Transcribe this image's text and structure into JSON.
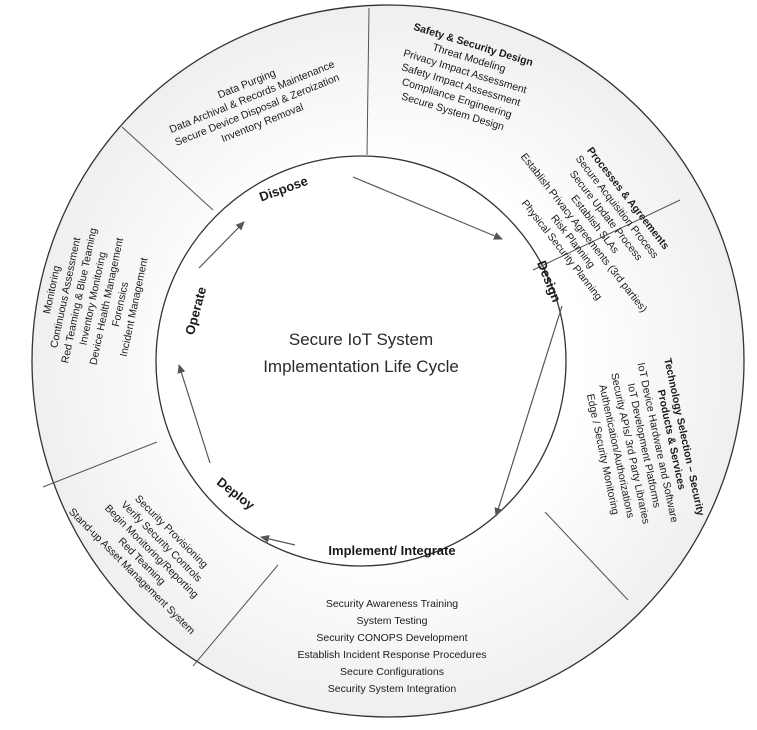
{
  "diagram": {
    "title_line1": "Secure IoT System",
    "title_line2": "Implementation Life Cycle",
    "phases": {
      "dispose": "Dispose",
      "design": "Design",
      "implement": "Implement/ Integrate",
      "deploy": "Deploy",
      "operate": "Operate"
    },
    "dispose_activities": [
      "Data Purging",
      "Data Archival & Records Maintenance",
      "Secure Device Disposal & Zeroization",
      "Inventory Removal"
    ],
    "safety_security_design": {
      "heading": "Safety & Security Design",
      "items": [
        "Threat Modeling",
        "Privacy Impact Assessment",
        "Safety Impact Assessment",
        "Compliance Engineering",
        "Secure System Design"
      ]
    },
    "processes_agreements": {
      "heading": "Processes & Agreements",
      "items": [
        "Secure Acquisition Process",
        "Secure Update Process",
        "Establish SLAs",
        "Establish Privacy Agreements (3rd parties)",
        "Risk Planning",
        "Physical Security Planning"
      ]
    },
    "technology_selection": {
      "heading_line1": "Technology Selection – Security",
      "heading_line2": "Products & Services",
      "items": [
        "IoT Device Hardware and Software",
        "IoT Development Platforms",
        "Security APIs/ 3rd Party Libraries",
        "Authentication/Authorizations",
        "Edge / Security Monitoring"
      ]
    },
    "implement_activities": [
      "Security Awareness Training",
      "System Testing",
      "Security CONOPS Development",
      "Establish Incident Response Procedures",
      "Secure Configurations",
      "Security System Integration"
    ],
    "deploy_activities": [
      "Security Provisioning",
      "Verify Security Controls",
      "Begin Monitoring/Reporting",
      "Red Teaming",
      "Stand-up Asset Management System"
    ],
    "operate_activities": [
      "Monitoring",
      "Continuous Assessment",
      "Red Teaming & Blue Teaming",
      "Inventory Monitoring",
      "Device Health Management",
      "Forensics",
      "Incident Management"
    ]
  }
}
